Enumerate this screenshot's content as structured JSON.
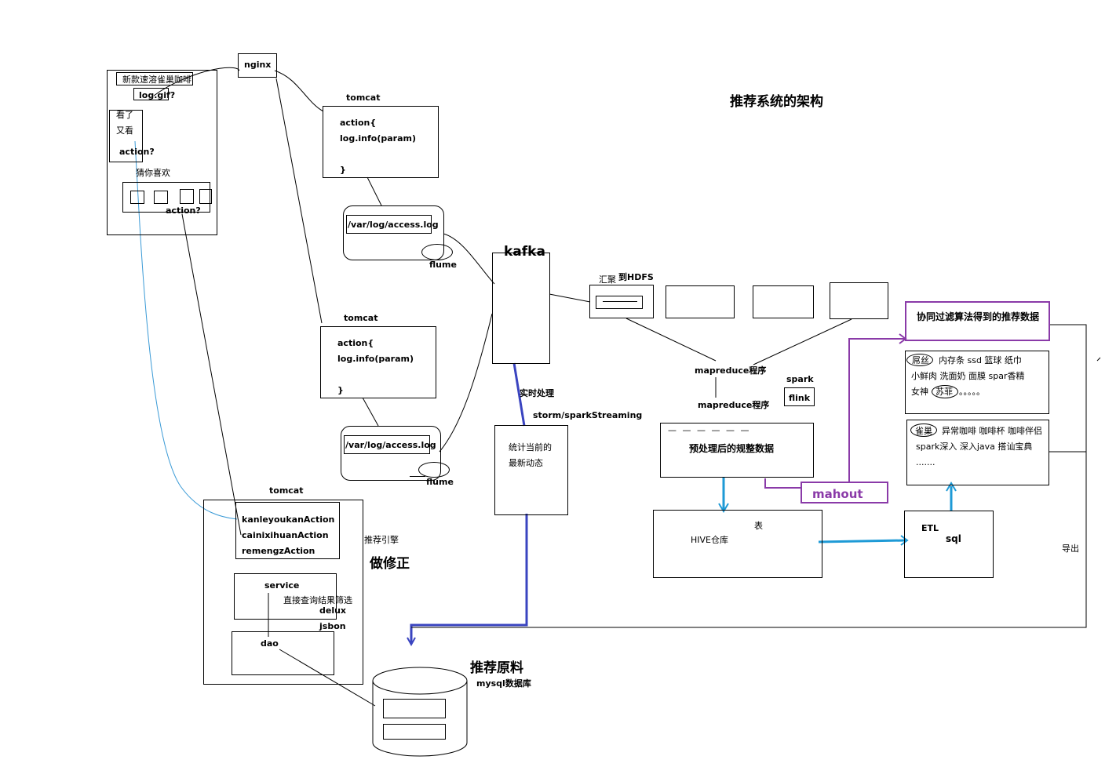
{
  "diagram_title": "推荐系统的架构",
  "browser": {
    "product_name": "新款速溶雀巢咖啡",
    "log_gif": "log.gif?",
    "seen_line1": "看了",
    "seen_line2": "又看",
    "seen_action": "action?",
    "guess_title": "猜你喜欢",
    "guess_action": "action?"
  },
  "nginx": "nginx",
  "tomcat1": {
    "label": "tomcat",
    "line1": "action{",
    "line2": "log.info(param)",
    "line3": "}"
  },
  "tomcat2": {
    "label": "tomcat",
    "line1": "action{",
    "line2": "log.info(param)",
    "line3": "}"
  },
  "log1": {
    "path": "/var/log/access.log",
    "flume": "flume"
  },
  "log2": {
    "path": "/var/log/access.log",
    "flume": "flume"
  },
  "kafka": "kafka",
  "realtime": {
    "label": "实时处理",
    "engine": "storm/sparkStreaming",
    "box_line1": "统计当前的",
    "box_line2": "最新动态"
  },
  "hdfs": {
    "gather": "汇聚",
    "to_hdfs": "到HDFS"
  },
  "mapreduce1": "mapreduce程序",
  "mapreduce2": "mapreduce程序",
  "spark": "spark",
  "flink": "flink",
  "cleaned": {
    "dashes": "—  —  —  —  —  —",
    "label": "预处理后的规整数据"
  },
  "mahout": "mahout",
  "cf_result": "协同过滤算法得到的推荐数据",
  "rec_list1": {
    "circled": "屌丝",
    "row1": "内存条   ssd   篮球   纸巾",
    "row2": "小鲜肉   洗面奶   面膜   spar香精",
    "row3a": "女神",
    "circled2": "苏菲",
    "row3b": "。。。。。"
  },
  "rec_list2": {
    "circled": "雀巢",
    "row1": "异常咖啡  咖啡杯  咖啡伴侣",
    "row2": "spark深入   深入java  搭讪宝典",
    "row3": "......."
  },
  "hive": {
    "table": "表",
    "label": "HIVE仓库"
  },
  "etl": {
    "label": "ETL",
    "sql": "sql"
  },
  "export": "导出",
  "tomcat3": {
    "label": "tomcat",
    "actions": [
      "kanleyoukanAction",
      "cainixihuanAction",
      "remengzAction"
    ],
    "engine": "推荐引擎",
    "fix": "做修正",
    "service": "service",
    "filter": "直接查询结果筛选",
    "delux": "delux",
    "jsbon": "jsbon",
    "dao": "dao"
  },
  "raw": {
    "title": "推荐原料",
    "db": "mysql数据库"
  },
  "colors": {
    "blue": "#3a44c0",
    "cyan": "#1e9ad6",
    "purple": "#8a3aa8",
    "thin_cyan": "#3a9ad6"
  }
}
